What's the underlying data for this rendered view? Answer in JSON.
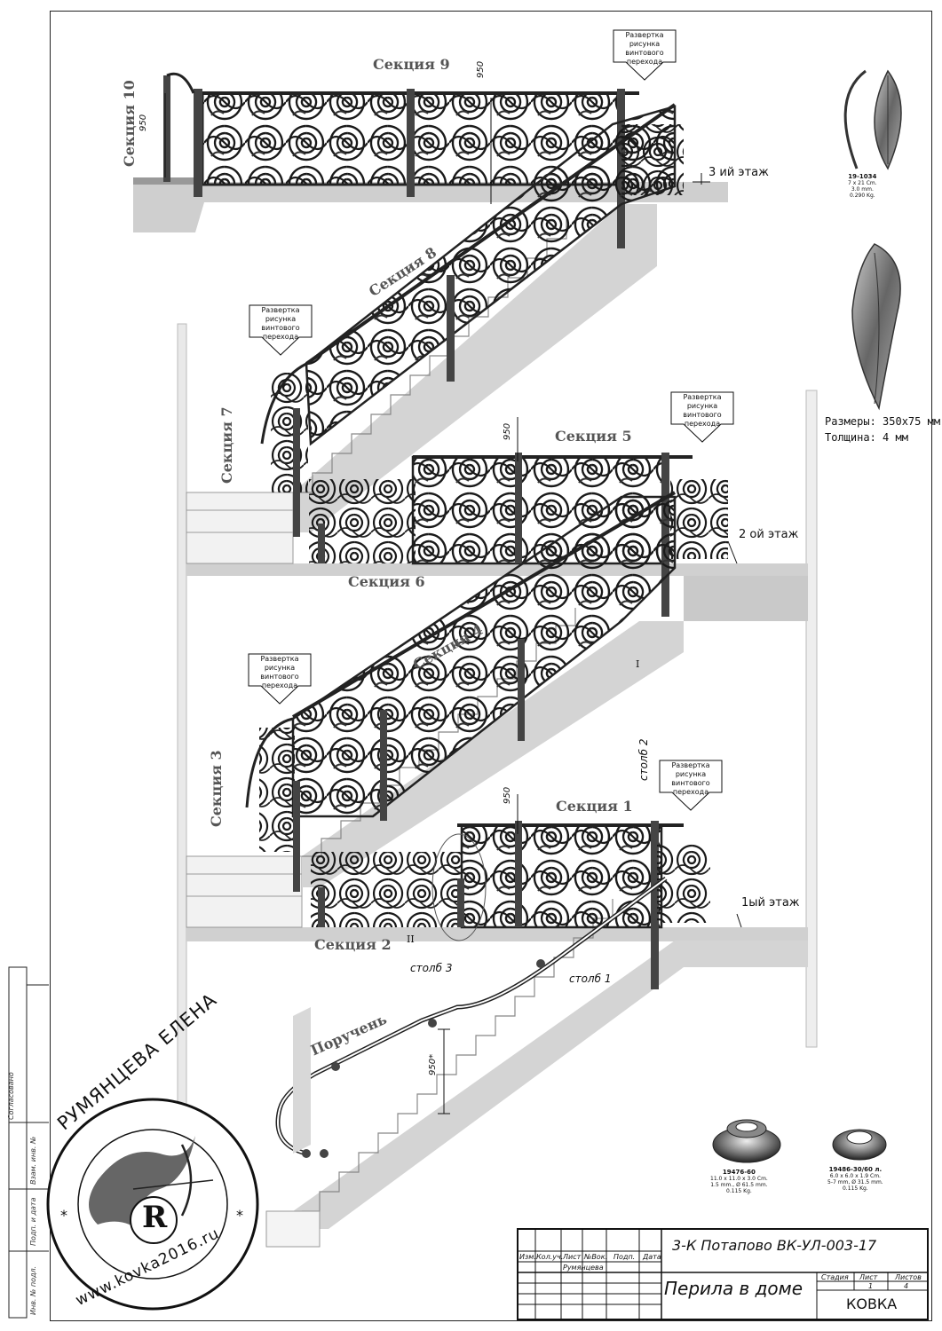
{
  "sections": {
    "s1": "Секция 1",
    "s2": "Секция 2",
    "s3": "Секция 3",
    "s4": "Секция 4",
    "s5": "Секция 5",
    "s6": "Секция 6",
    "s7": "Секция 7",
    "s8": "Секция 8",
    "s9": "Секция 9",
    "s10": "Секция 10"
  },
  "floors": {
    "f1": "1ый этаж",
    "f2": "2 ой этаж",
    "f3": "3 ий этаж"
  },
  "dims": {
    "d950": "950",
    "d950star": "950*"
  },
  "callout": "Развертка рисунка винтового перехода",
  "posts": {
    "p1": "столб 1",
    "p2": "столб 2",
    "p3": "столб 3"
  },
  "details": {
    "i": "I",
    "ii": "II"
  },
  "handrail_label": "Поручень",
  "parts": {
    "leaf1": {
      "code": "19-1034",
      "line1": "7 x 21 Cm.",
      "line2": "3.0 mm.",
      "line3": "0.290 Kg."
    },
    "ring1": {
      "code": "19476-60",
      "line1": "11.0 x 11.0 x 3.0 Cm.",
      "line2": "1.5 mm., Ø 61.5 mm.",
      "line3": "0.115 Kg."
    },
    "ring2": {
      "code": "19486-30/60 л.",
      "line1": "6.0 x 6.0 x 1.9 Cm.",
      "line2": "5-7 mm, Ø 31.5 mm.",
      "line3": "0.115 Kg."
    }
  },
  "leaf2": {
    "size": "Размеры: 350х75 мм",
    "thickness": "Толщина: 4 мм"
  },
  "margin": {
    "agreed": "Согласовано",
    "inv_zam": "Взам. инв. №",
    "podp_data": "Подп. и дата",
    "inv_podl": "Инв. № подл."
  },
  "stamp": {
    "name": "РУМЯНЦЕВА ЕЛЕНА",
    "site": "www.kovka2016.ru",
    "letter": "R",
    "stars": "*"
  },
  "title_block": {
    "code": "3-К Потапово ВК-УЛ-003-17",
    "title": "Перила в доме",
    "kovka": "КОВКА",
    "headers": [
      "Изм.",
      "Кол.уч.",
      "Лист",
      "№Вок.",
      "Подп.",
      "Дата"
    ],
    "author": "Румянцева",
    "stage_label": "Стадия",
    "sheet_label": "Лист",
    "sheets_label": "Листов",
    "sheet": "1",
    "sheets": "4"
  }
}
